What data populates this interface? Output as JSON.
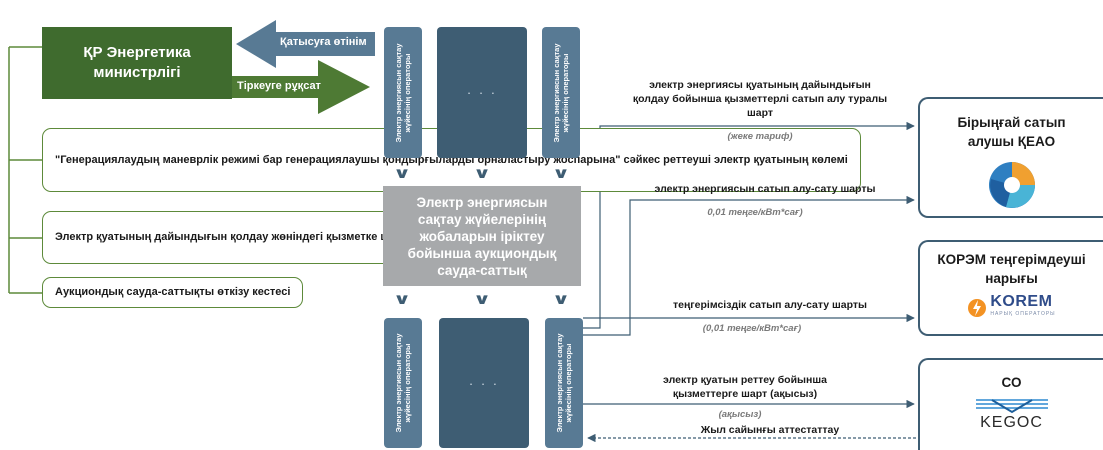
{
  "ministry": {
    "title": "ҚР Энергетика министрлігі"
  },
  "arrows": {
    "application": "Қатысуға өтінім",
    "permission": "Тіркеуге рұқсат"
  },
  "left_boxes": [
    {
      "text": "\"Генерациялаудың маневрлік режимі бар генерациялаушы қондырғыларды орналастыру жоспарына\" сәйкес реттеуші электр қуатының көлемі"
    },
    {
      "text": "Электр қуатының дайындығын қолдау жөніндегі қызметке шекті тариф"
    },
    {
      "text": "Аукциондық сауда-саттықты өткізу кестесі"
    }
  ],
  "operator_label": "Электр энергиясын сақтау жүйесінің операторы",
  "ellipsis": "· · ·",
  "auction": {
    "title": "Электр энергиясын сақтау жүйелерінің жобаларын іріктеу бойынша аукциондық сауда-саттық"
  },
  "contracts": [
    {
      "label": "электр энергиясы қуатының дайындығын қолдау бойынша қызметтерлі сатып алу туралы шарт",
      "note": "(жеке тариф)"
    },
    {
      "label": "электр энергиясын сатып алу-сату шарты",
      "note": "0,01 теңге/кВт*сағ)"
    },
    {
      "label": "теңгерімсіздік сатып алу-сату шарты",
      "note": "(0,01 теңге/кВт*сағ)"
    },
    {
      "label": "электр қуатын реттеу бойынша қызметтерге шарт (ақысыз)",
      "note": "(ақысыз)"
    },
    {
      "label": "Жыл сайынғы аттестаттау"
    }
  ],
  "right_boxes": [
    {
      "title": "Бірыңғай сатып алушы ҚЕАО"
    },
    {
      "title": "КОРЭМ теңгерімдеуші нарығы",
      "logo_text": "KOREM",
      "logo_sub": "НАРЫҚ ОПЕРАТОРЫ"
    },
    {
      "title": "СО",
      "logo_text": "KEGOC"
    }
  ],
  "colors": {
    "green": "#3f6b2e",
    "slate": "#587a94",
    "dark_slate": "#3e5d73",
    "gray": "#a7a9ab"
  }
}
